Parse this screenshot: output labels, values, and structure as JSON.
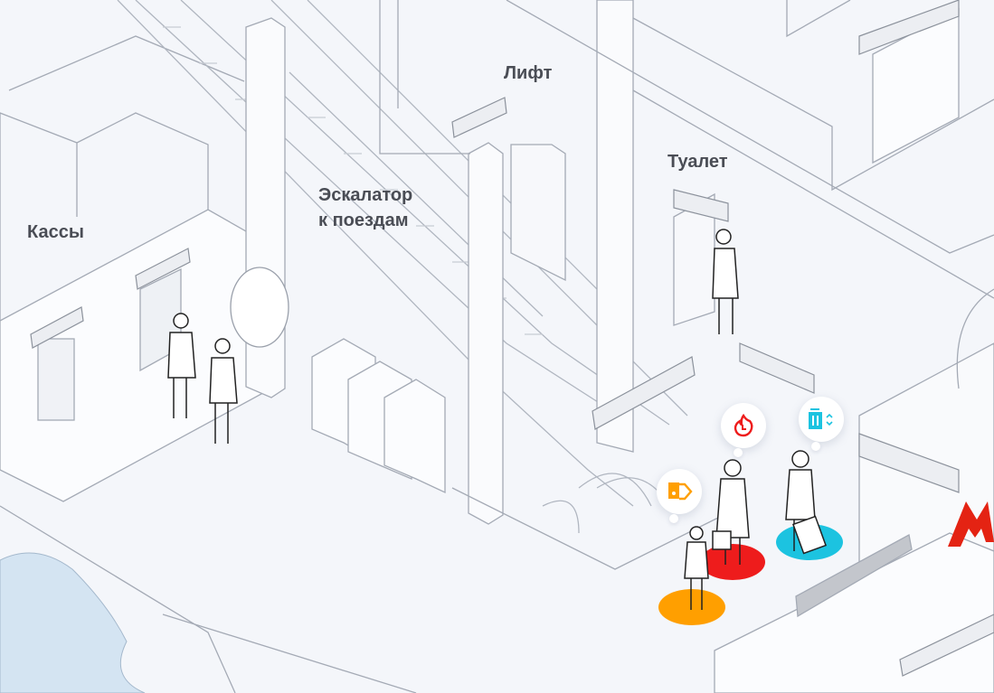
{
  "labels": {
    "lift": "Лифт",
    "toilet": "Туалет",
    "escalator_line1": "Эскалатор",
    "escalator_line2": "к поездам",
    "tickets": "Кассы"
  },
  "markers": [
    {
      "icon": "fire-clock-icon",
      "color": "#ee1c1c"
    },
    {
      "icon": "elevator-icon",
      "color": "#1cc3e0"
    },
    {
      "icon": "ticket-icon",
      "color": "#ff9f00"
    }
  ],
  "colors": {
    "background": "#f4f6fa",
    "line": "#9aa0ab",
    "metro_red": "#e42313",
    "water": "#d4e4f2"
  }
}
